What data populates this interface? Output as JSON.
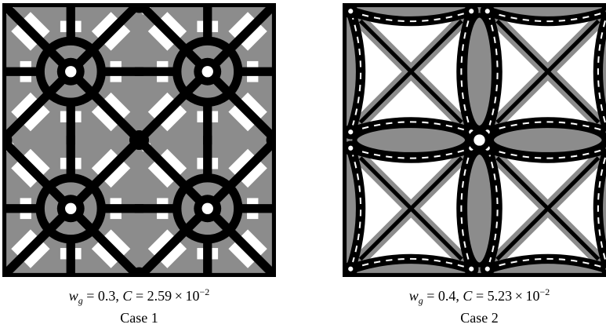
{
  "panels": [
    {
      "case_label": "Case 1",
      "caption": {
        "w_symbol": "w",
        "w_subscript": "g",
        "w_value": "0.3",
        "c_symbol": "C",
        "c_mantissa": "2.59",
        "c_base": "10",
        "c_exponent": "−2"
      }
    },
    {
      "case_label": "Case 2",
      "caption": {
        "w_symbol": "w",
        "w_subscript": "g",
        "w_value": "0.4",
        "c_symbol": "C",
        "c_mantissa": "5.23",
        "c_base": "10",
        "c_exponent": "−2"
      }
    }
  ],
  "colors": {
    "solid": "#000000",
    "intermediate": "#8c8c8c",
    "void": "#ffffff",
    "frame": "#1a1a1a"
  }
}
